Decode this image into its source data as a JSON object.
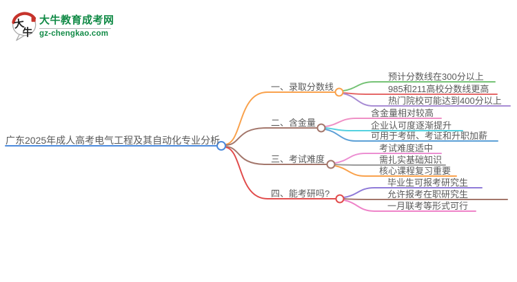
{
  "logo": {
    "site_name": "大牛教育成考网",
    "site_url": "gz-chengkao.com",
    "brand_color": "#118a46",
    "icon_red": "#c6342c",
    "icon_chars": {
      "first": "大",
      "second": "牛"
    }
  },
  "mindmap": {
    "root": {
      "label": "广东2025年成人高考电气工程及其自动化专业分析",
      "color": "#4a89dc"
    },
    "branches": [
      {
        "label": "一、录取分数线",
        "color": "#f9a14b",
        "children": [
          {
            "label": "预计分数线在300分以上",
            "color": "#74c274"
          },
          {
            "label": "985和211高校分数线更高",
            "color": "#e56767"
          },
          {
            "label": "热门院校可能达到400分以上",
            "color": "#a78bd4"
          }
        ]
      },
      {
        "label": "二、含金量",
        "color": "#a3766b",
        "children": [
          {
            "label": "含金量相对较高",
            "color": "#ef8fc5"
          },
          {
            "label": "企业认可度逐渐提升",
            "color": "#53d1e0"
          },
          {
            "label": "可用于考研、考证和升职加薪",
            "color": "#5b9fd6"
          }
        ]
      },
      {
        "label": "三、考试难度",
        "color": "#a3766b",
        "children": [
          {
            "label": "考试难度适中",
            "color": "#ec8ed2"
          },
          {
            "label": "需扎实基础知识",
            "color": "#9a9a9a"
          },
          {
            "label": "核心课程复习重要",
            "color": "#f9a14b"
          }
        ]
      },
      {
        "label": "四、能考研吗?",
        "color": "#e14b4b",
        "children": [
          {
            "label": "毕业生可报考研究生",
            "color": "#8f7ad8"
          },
          {
            "label": "允许报考在职研究生",
            "color": "#a3766b"
          },
          {
            "label": "一月联考等形式可行",
            "color": "#ee82c8"
          }
        ]
      }
    ]
  }
}
